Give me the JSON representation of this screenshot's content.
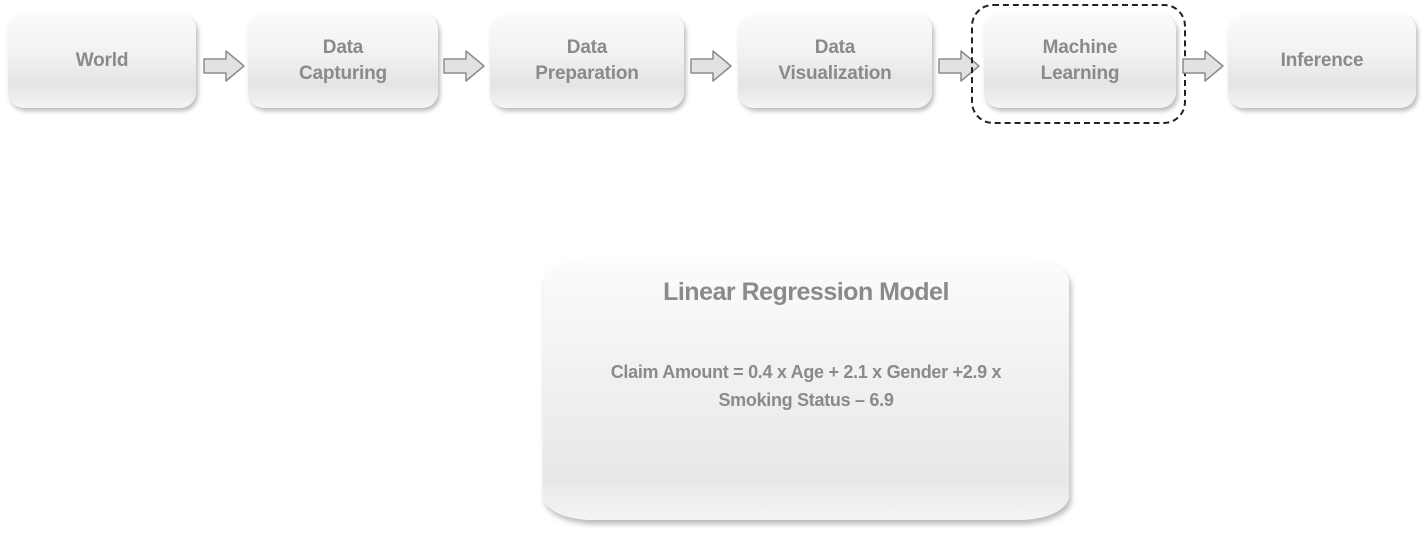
{
  "pipeline": {
    "steps": [
      {
        "label": "World"
      },
      {
        "label": "Data\nCapturing"
      },
      {
        "label": "Data\nPreparation"
      },
      {
        "label": "Data\nVisualization"
      },
      {
        "label": "Machine\nLearning"
      },
      {
        "label": "Inference"
      }
    ],
    "highlighted_step": "Machine\nLearning"
  },
  "model": {
    "title": "Linear Regression Model",
    "equation": "Claim Amount = 0.4 x Age + 2.1 x Gender +2.9 x Smoking Status – 6.9"
  },
  "colors": {
    "box_text": "#8a8a8a",
    "arrow_fill": "#e2e2e2",
    "arrow_stroke": "#8c8c8c",
    "highlight_border": "#222222"
  }
}
